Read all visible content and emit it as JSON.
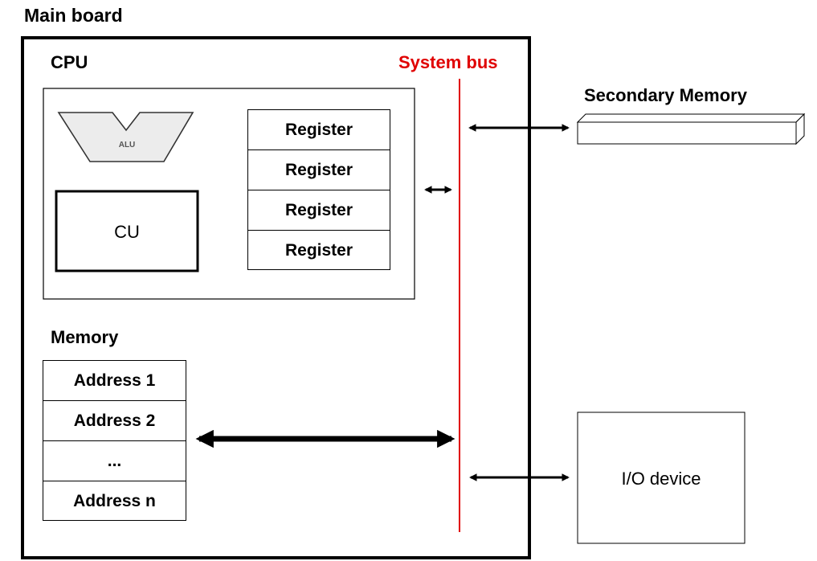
{
  "labels": {
    "main_board": "Main board",
    "cpu": "CPU",
    "system_bus": "System bus",
    "alu": "ALU",
    "cu": "CU",
    "memory": "Memory",
    "secondary_memory": "Secondary Memory",
    "io_device": "I/O device"
  },
  "registers": [
    "Register",
    "Register",
    "Register",
    "Register"
  ],
  "memory_cells": [
    "Address 1",
    "Address 2",
    "...",
    "Address n"
  ],
  "colors": {
    "system_bus": "#e00000",
    "stroke": "#000000",
    "alu_fill": "#ececec"
  }
}
